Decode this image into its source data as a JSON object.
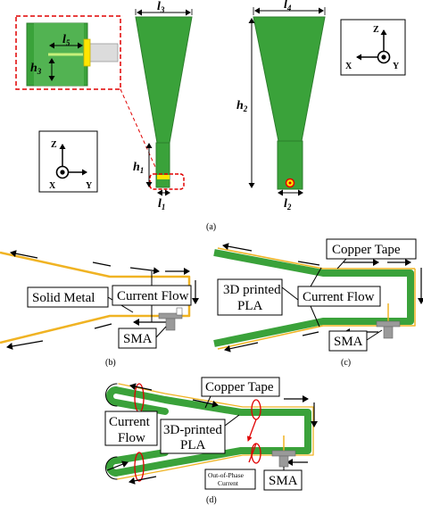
{
  "panel_a": {
    "dim_l1": "l",
    "dim_l1_sub": "1",
    "dim_l2": "l",
    "dim_l2_sub": "2",
    "dim_l3": "l",
    "dim_l3_sub": "3",
    "dim_l4": "l",
    "dim_l4_sub": "4",
    "dim_l5": "l",
    "dim_l5_sub": "5",
    "dim_h1": "h",
    "dim_h1_sub": "1",
    "dim_h2": "h",
    "dim_h2_sub": "2",
    "dim_h3": "h",
    "dim_h3_sub": "3",
    "axes_left": {
      "z": "Z",
      "x": "X",
      "y": "Y"
    },
    "axes_right": {
      "z": "Z",
      "x": "X",
      "y": "Y"
    },
    "caption": "(a)"
  },
  "panel_b": {
    "label_metal": "Solid Metal",
    "label_current": "Current Flow",
    "label_sma": "SMA",
    "caption": "(b)"
  },
  "panel_c": {
    "label_copper": "Copper Tape",
    "label_pla_1": "3D printed",
    "label_pla_2": "PLA",
    "label_current": "Current Flow",
    "label_sma": "SMA",
    "caption": "(c)"
  },
  "panel_d": {
    "label_copper": "Copper Tape",
    "label_current_1": "Current",
    "label_current_2": "Flow",
    "label_pla_1": "3D-printed",
    "label_pla_2": "PLA",
    "label_oop_1": "Out-of-Phase",
    "label_oop_2": "Current",
    "label_sma": "SMA",
    "caption": "(d)"
  },
  "colors": {
    "green": "#3aa23a",
    "dark_green": "#2c7d2c",
    "copper": "#f0b323",
    "yellow": "#ffe500",
    "red": "#e00000",
    "gray": "#9a9a9a"
  }
}
